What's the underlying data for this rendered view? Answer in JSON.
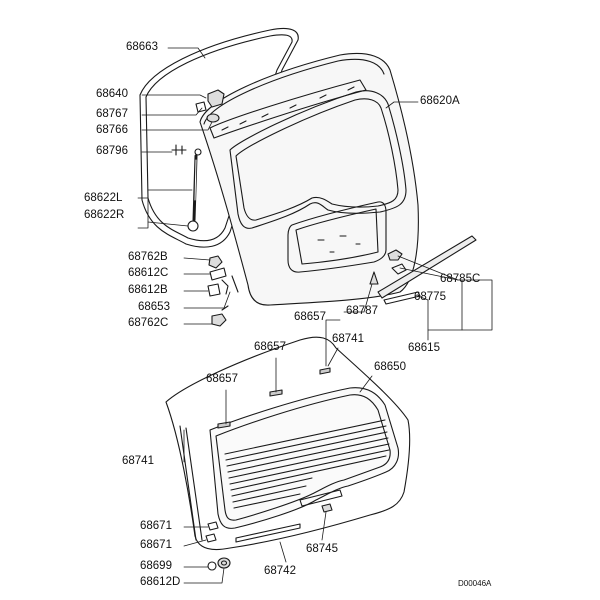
{
  "diagram": {
    "drawing_code": "D00046A",
    "callouts": {
      "p68663": "68663",
      "p68640": "68640",
      "p68767": "68767",
      "p68766": "68766",
      "p68796": "68796",
      "p68622l": "68622L",
      "p68622r": "68622R",
      "p68620a": "68620A",
      "p68762b": "68762B",
      "p68612c": "68612C",
      "p68612b": "68612B",
      "p68653": "68653",
      "p68762c": "68762C",
      "p68785c": "68785C",
      "p68787": "68787",
      "p68775": "68775",
      "p68615": "68615",
      "p68657a": "68657",
      "p68657b": "68657",
      "p68657c": "68657",
      "p68741a": "68741",
      "p68741b": "68741",
      "p68650": "68650",
      "p68671a": "68671",
      "p68671b": "68671",
      "p68745": "68745",
      "p68699": "68699",
      "p68742": "68742",
      "p68612d": "68612D"
    }
  }
}
